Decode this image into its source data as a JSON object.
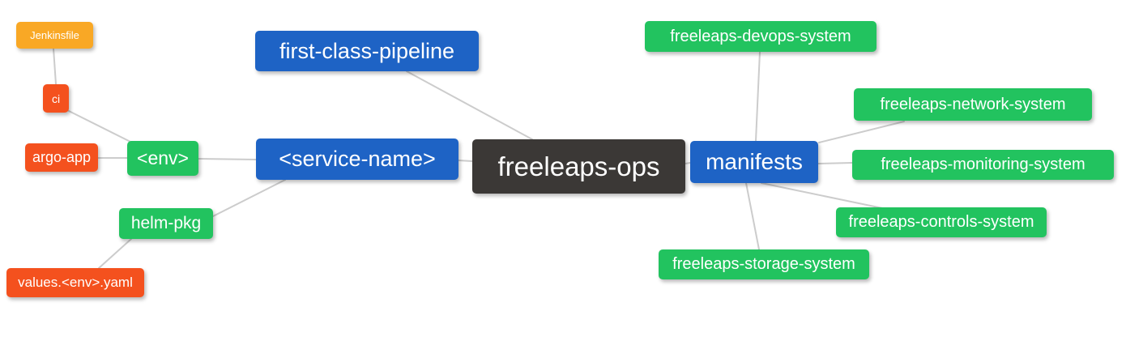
{
  "diagram": {
    "type": "mindmap",
    "root": "freeleaps-ops"
  },
  "palette": {
    "blue": "#1e63c5",
    "green": "#22c35f",
    "orange": "#f9a825",
    "red": "#f4511e",
    "dark": "#3b3836",
    "edge": "#cccccc",
    "background": "#ffffff",
    "text": "#ffffff"
  },
  "nodes": {
    "jenkinsfile": {
      "label": "Jenkinsfile",
      "color": "orange"
    },
    "ci": {
      "label": "ci",
      "color": "red"
    },
    "argo_app": {
      "label": "argo-app",
      "color": "red"
    },
    "env": {
      "label": "<env>",
      "color": "green"
    },
    "helm_pkg": {
      "label": "helm-pkg",
      "color": "green"
    },
    "values_env_yaml": {
      "label": "values.<env>.yaml",
      "color": "red"
    },
    "first_class_pipeline": {
      "label": "first-class-pipeline",
      "color": "blue"
    },
    "service_name": {
      "label": "<service-name>",
      "color": "blue"
    },
    "freeleaps_ops": {
      "label": "freeleaps-ops",
      "color": "dark"
    },
    "manifests": {
      "label": "manifests",
      "color": "blue"
    },
    "devops_system": {
      "label": "freeleaps-devops-system",
      "color": "green"
    },
    "network_system": {
      "label": "freeleaps-network-system",
      "color": "green"
    },
    "monitoring_system": {
      "label": "freeleaps-monitoring-system",
      "color": "green"
    },
    "controls_system": {
      "label": "freeleaps-controls-system",
      "color": "green"
    },
    "storage_system": {
      "label": "freeleaps-storage-system",
      "color": "green"
    }
  },
  "edges": [
    [
      "jenkinsfile",
      "ci"
    ],
    [
      "ci",
      "env"
    ],
    [
      "argo_app",
      "env"
    ],
    [
      "env",
      "service_name"
    ],
    [
      "helm_pkg",
      "service_name"
    ],
    [
      "values_env_yaml",
      "helm_pkg"
    ],
    [
      "first_class_pipeline",
      "freeleaps_ops"
    ],
    [
      "service_name",
      "freeleaps_ops"
    ],
    [
      "freeleaps_ops",
      "manifests"
    ],
    [
      "manifests",
      "devops_system"
    ],
    [
      "manifests",
      "network_system"
    ],
    [
      "manifests",
      "monitoring_system"
    ],
    [
      "manifests",
      "controls_system"
    ],
    [
      "manifests",
      "storage_system"
    ]
  ]
}
